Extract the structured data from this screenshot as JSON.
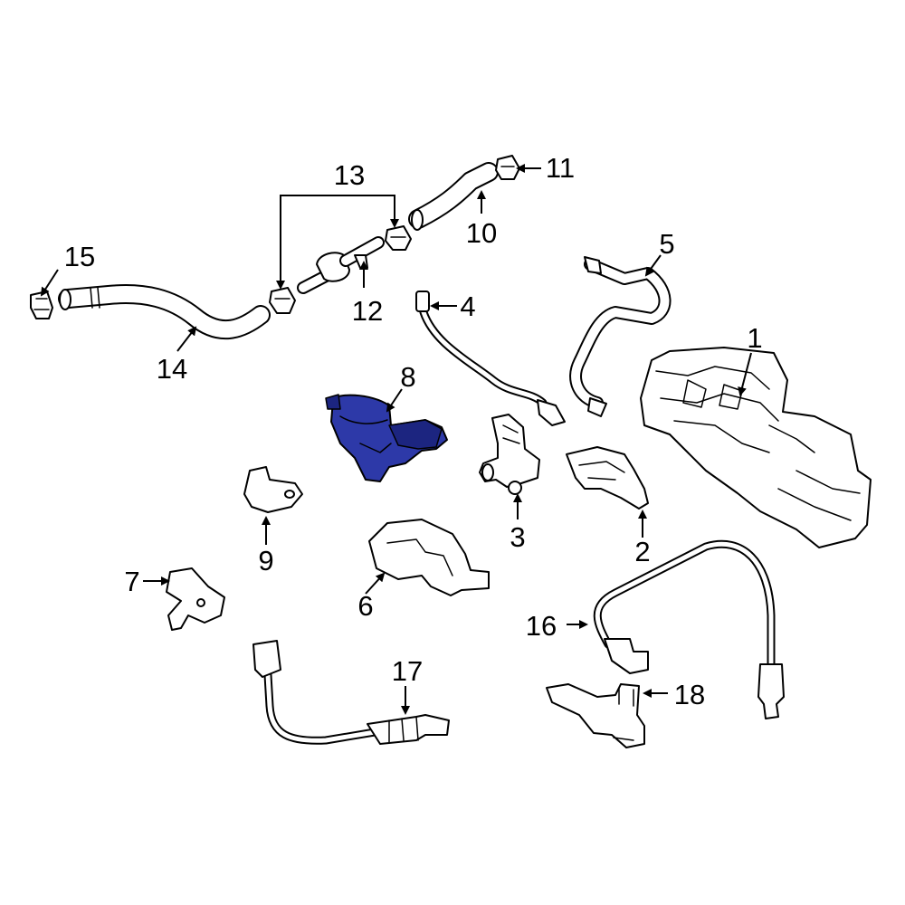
{
  "colors": {
    "background": "#ffffff",
    "line": "#000000",
    "highlight": "#2d39a8",
    "highlight_dark": "#1c2580"
  },
  "highlighted_part": "8",
  "callouts": {
    "c1": "1",
    "c2": "2",
    "c3": "3",
    "c4": "4",
    "c5": "5",
    "c6": "6",
    "c7": "7",
    "c8": "8",
    "c9": "9",
    "c10": "10",
    "c11": "11",
    "c12": "12",
    "c13": "13",
    "c14": "14",
    "c15": "15",
    "c16": "16",
    "c17": "17",
    "c18": "18"
  }
}
